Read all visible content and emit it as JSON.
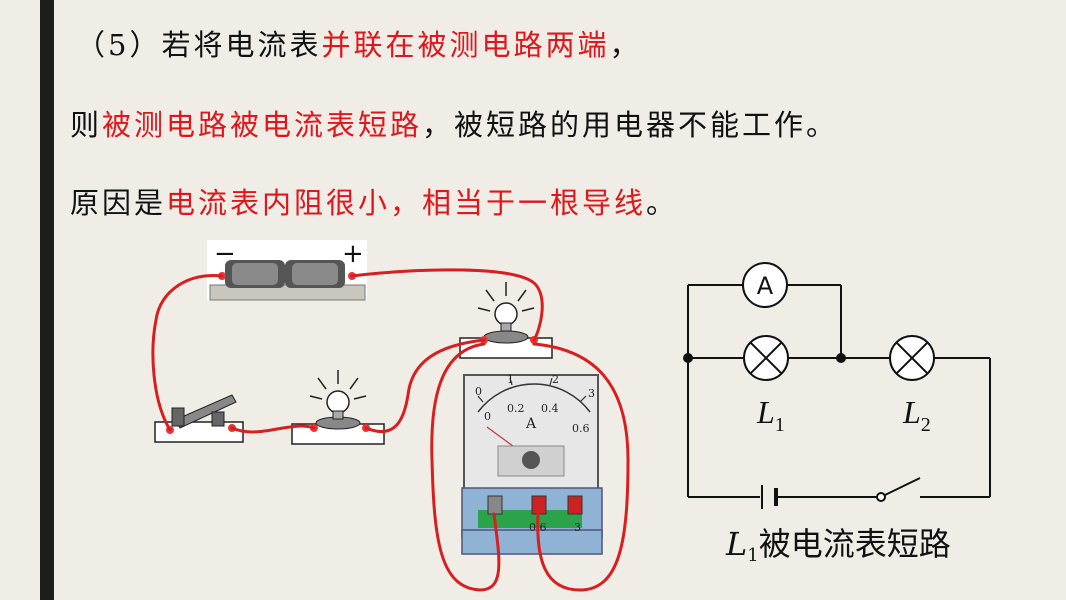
{
  "text": {
    "line1_a": "（5）若将电流表",
    "line1_b": "并联在被测电路两端",
    "line1_c": "，",
    "line2_a": "则",
    "line2_b": "被测电路被电流表短路",
    "line2_c": "，被短路的用电器不能工作。",
    "line3_a": "原因是",
    "line3_b": "电流表内阻很小，相当于一根导线",
    "line3_c": "。"
  },
  "apparatus": {
    "battery_minus": "−",
    "battery_plus": "+",
    "meter_symbol": "A",
    "meter_scale_top": [
      "0",
      "1",
      "2",
      "3"
    ],
    "meter_scale_bottom": [
      "0",
      "0.2",
      "0.4",
      "0.6"
    ],
    "meter_terminals": [
      "0.6",
      "3"
    ]
  },
  "circuit": {
    "ammeter_label": "A",
    "lamp1_label": "L",
    "lamp1_sub": "1",
    "lamp2_label": "L",
    "lamp2_sub": "2"
  },
  "caption": {
    "L": "L",
    "sub": "1",
    "text": "被电流表短路"
  },
  "colors": {
    "accent_red": "#e0161b",
    "wire_red": "#d81e1e",
    "bar": "#1d1d1b",
    "background": "#efede6"
  }
}
